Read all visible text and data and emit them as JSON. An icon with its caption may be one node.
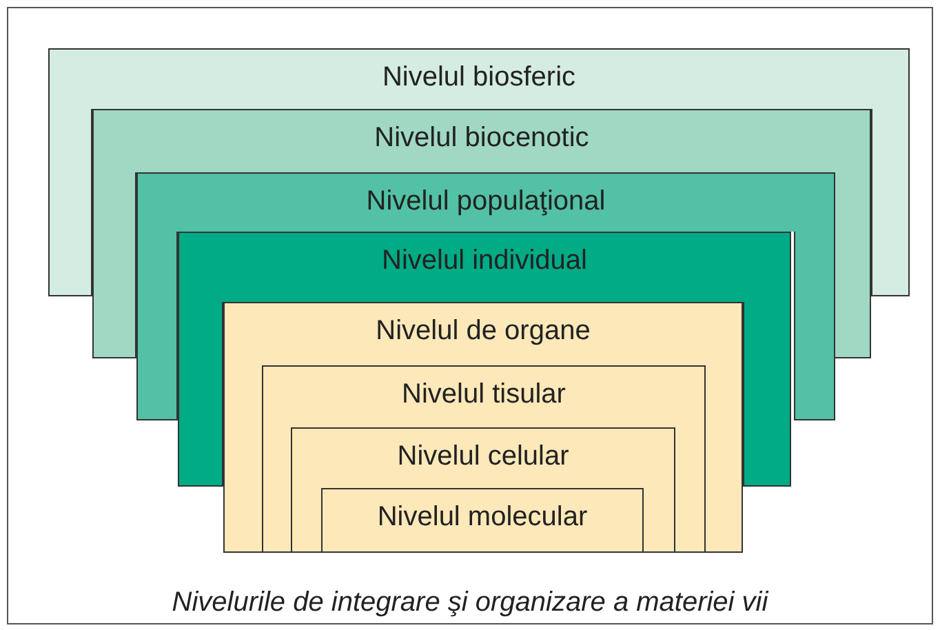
{
  "diagram": {
    "caption": "Nivelurile de integrare şi organizare a materiei vii",
    "nodes": [
      {
        "text": [
          "Nivelul biosferic"
        ]
      },
      {
        "text": [
          "Nivelul biocenotic"
        ]
      },
      {
        "text": [
          "Nivelul populaţional"
        ]
      },
      {
        "text": [
          "Nivelul individual"
        ]
      },
      {
        "text": [
          "Nivelul de organe"
        ]
      },
      {
        "text": [
          "Nivelul tisular"
        ],
        "in": 4
      },
      {
        "text": [
          "Nivelul celular"
        ],
        "in": 5
      },
      {
        "text": [
          "Nivelul molecular"
        ],
        "in": 6
      }
    ]
  }
}
